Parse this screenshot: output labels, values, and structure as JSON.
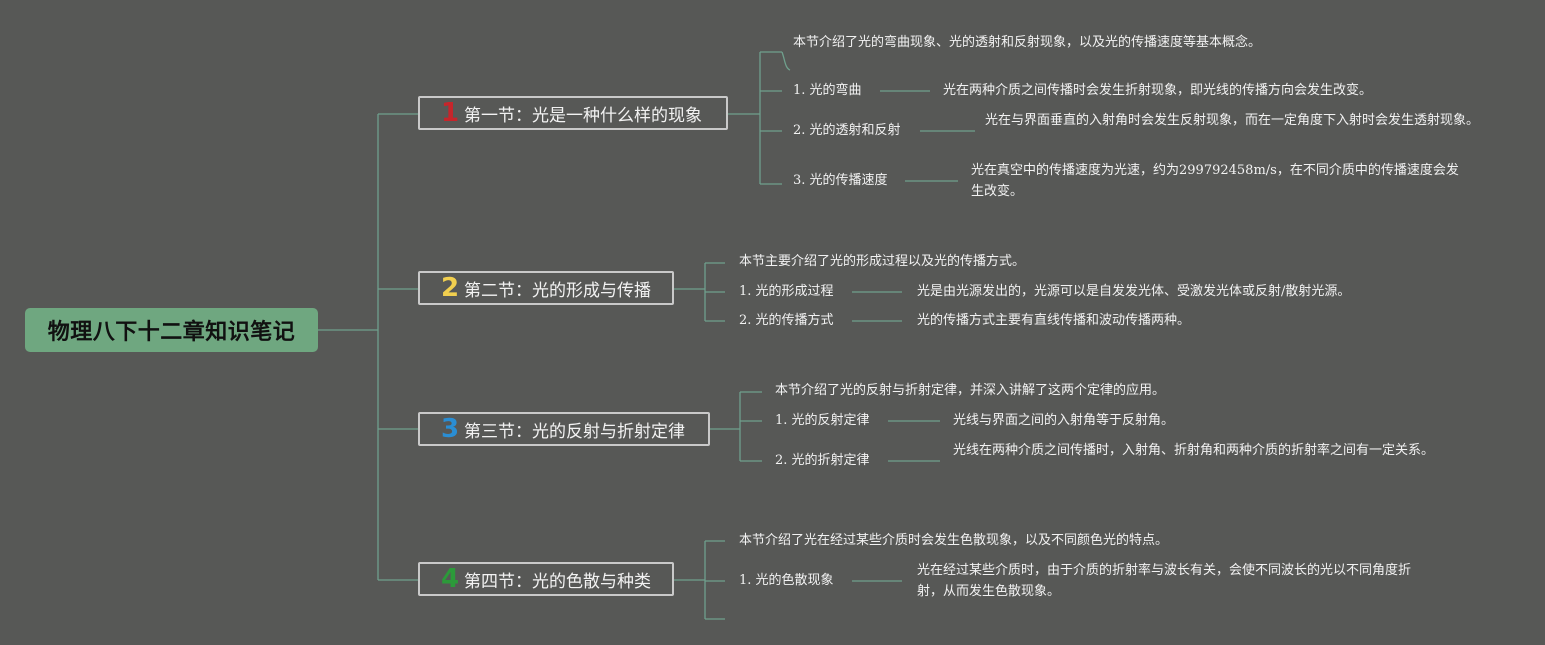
{
  "root": {
    "title": "物理八下十二章知识笔记"
  },
  "colors": {
    "background": "#575856",
    "line": "#6fa08d",
    "root_fill": "#6fa780",
    "num1": "#c6252b",
    "num2": "#f1cf4f",
    "num3": "#2a8ed4",
    "num4": "#2c9a3a"
  },
  "sections": [
    {
      "number": "1",
      "title": "第一节：光是一种什么样的现象",
      "summary": "本节介绍了光的弯曲现象、光的透射和反射现象，以及光的传播速度等基本概念。",
      "topics": [
        {
          "label": "1. 光的弯曲",
          "text": "光在两种介质之间传播时会发生折射现象，即光线的传播方向会发生改变。"
        },
        {
          "label": "2. 光的透射和反射",
          "text": "光在与界面垂直的入射角时会发生反射现象，而在一定角度下入射时会发生透射现象。"
        },
        {
          "label": "3. 光的传播速度",
          "text": "光在真空中的传播速度为光速，约为299792458m/s，在不同介质中的传播速度会发生改变。"
        }
      ]
    },
    {
      "number": "2",
      "title": "第二节：光的形成与传播",
      "summary": "本节主要介绍了光的形成过程以及光的传播方式。",
      "topics": [
        {
          "label": "1. 光的形成过程",
          "text": "光是由光源发出的，光源可以是自发发光体、受激发光体或反射/散射光源。"
        },
        {
          "label": "2. 光的传播方式",
          "text": "光的传播方式主要有直线传播和波动传播两种。"
        }
      ]
    },
    {
      "number": "3",
      "title": "第三节：光的反射与折射定律",
      "summary": "本节介绍了光的反射与折射定律，并深入讲解了这两个定律的应用。",
      "topics": [
        {
          "label": "1. 光的反射定律",
          "text": "光线与界面之间的入射角等于反射角。"
        },
        {
          "label": "2. 光的折射定律",
          "text": "光线在两种介质之间传播时，入射角、折射角和两种介质的折射率之间有一定关系。"
        }
      ]
    },
    {
      "number": "4",
      "title": "第四节：光的色散与种类",
      "summary": "本节介绍了光在经过某些介质时会发生色散现象，以及不同颜色光的特点。",
      "topics": [
        {
          "label": "1. 光的色散现象",
          "text": "光在经过某些介质时，由于介质的折射率与波长有关，会使不同波长的光以不同角度折射，从而发生色散现象。"
        }
      ]
    }
  ]
}
